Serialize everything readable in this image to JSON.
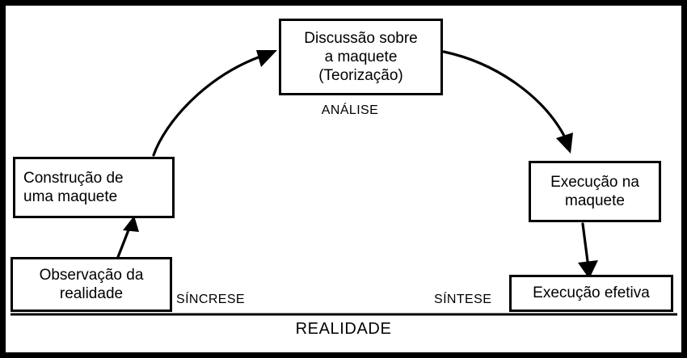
{
  "diagram": {
    "title_caption_top": "ANÁLISE",
    "nodes": [
      {
        "id": "discussao",
        "lines": [
          "Discussão sobre",
          "a maquete",
          "(Teorização)"
        ],
        "align": "center"
      },
      {
        "id": "construcao",
        "lines": [
          "Construção de",
          "uma maquete"
        ],
        "align": "left"
      },
      {
        "id": "observacao",
        "lines": [
          "Observação da",
          "realidade"
        ],
        "align": "center"
      },
      {
        "id": "execucao-maquete",
        "lines": [
          "Execução na",
          "maquete"
        ],
        "align": "center"
      },
      {
        "id": "execucao-efetiva",
        "lines": [
          "Execução efetiva"
        ],
        "align": "center"
      }
    ],
    "captions": {
      "analise": "ANÁLISE",
      "sincrese": "SÍNCRESE",
      "sintese": "SÍNTESE",
      "realidade": "REALIDADE"
    },
    "colors": {
      "stroke": "#000000",
      "fill": "#ffffff",
      "text": "#000000"
    }
  }
}
